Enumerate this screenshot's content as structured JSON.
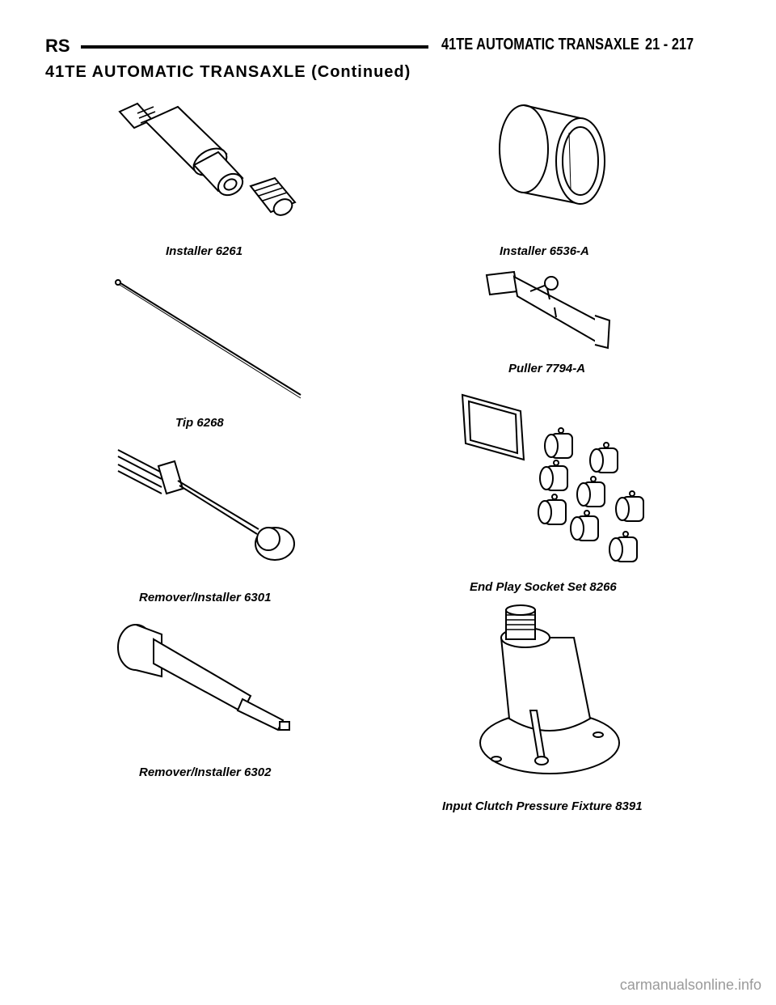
{
  "header": {
    "left": "RS",
    "right": "41TE AUTOMATIC TRANSAXLE",
    "page_number": "21 - 217"
  },
  "section_title": "41TE AUTOMATIC TRANSAXLE (Continued)",
  "figures": [
    {
      "caption": "Installer 6261"
    },
    {
      "caption": "Installer 6536-A"
    },
    {
      "caption": "Puller 7794-A"
    },
    {
      "caption": "Tip 6268"
    },
    {
      "caption": "End Play Socket Set 8266"
    },
    {
      "caption": "Remover/Installer 6301"
    },
    {
      "caption": "Remover/Installer 6302"
    },
    {
      "caption": "Input Clutch Pressure Fixture 8391"
    }
  ],
  "watermark": "carmanualsonline.info"
}
